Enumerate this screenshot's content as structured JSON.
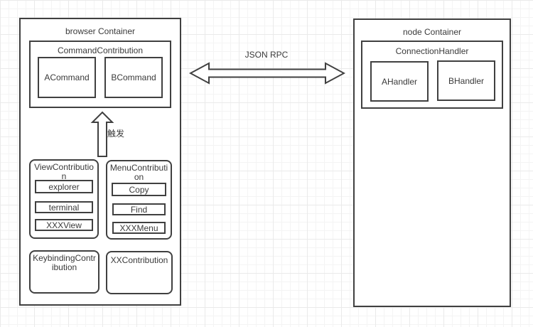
{
  "diagram": {
    "browser_container": {
      "title": "browser Container",
      "command_contribution": {
        "title": "CommandContribution",
        "a_command": "ACommand",
        "b_command": "BCommand"
      },
      "trigger_arrow_label": "触发",
      "view_contribution": {
        "title": "ViewContributio\nn",
        "items": [
          "explorer",
          "terminal",
          "XXXView"
        ]
      },
      "menu_contribution": {
        "title": "MenuContributi\non",
        "items": [
          "Copy",
          "Find",
          "XXXMenu"
        ]
      },
      "keybinding_contribution": {
        "title": "KeybindingContr\nibution"
      },
      "xx_contribution": {
        "title": "XXContribution"
      }
    },
    "rpc_link": {
      "label": "JSON RPC"
    },
    "node_container": {
      "title": "node Container",
      "connection_handler": {
        "title": "ConnectionHandler",
        "a_handler": "AHandler",
        "b_handler": "BHandler"
      }
    },
    "colors": {
      "stroke": "#404040",
      "text": "#3a3a3a",
      "background": "#ffffff",
      "grid_minor": "#f4f4f4",
      "grid_major": "#eaeaea"
    }
  }
}
